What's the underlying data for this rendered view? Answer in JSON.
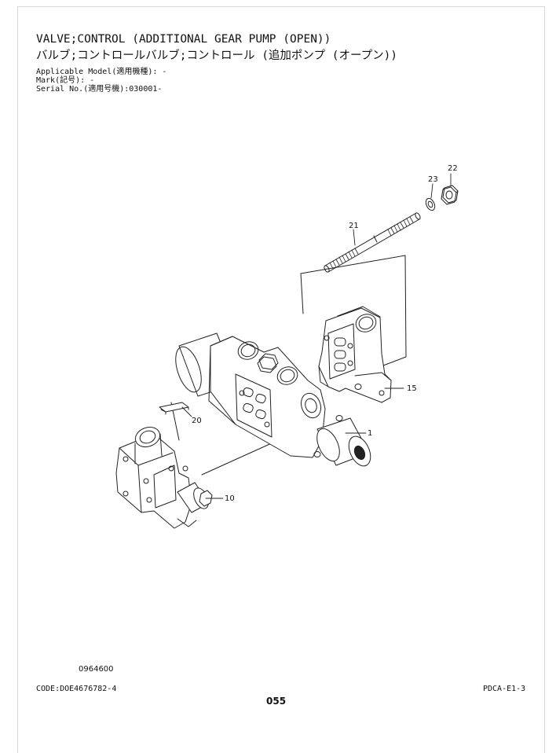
{
  "header": {
    "title_en": "VALVE;CONTROL (ADDITIONAL GEAR PUMP (OPEN))",
    "title_ja": "バルブ;コントロールバルブ;コントロール (追加ポンプ (オープン))"
  },
  "meta": {
    "applicable_model": "Applicable Model(適用機種): -",
    "mark": "Mark(記号): -",
    "serial_no": "Serial No.(適用号機):030001-"
  },
  "diagram": {
    "part_labels": {
      "p22": "22",
      "p23": "23",
      "p21": "21",
      "p15": "15",
      "p1": "1",
      "p20": "20",
      "p10": "10"
    }
  },
  "footer": {
    "doc_number": "0964600",
    "code": "CODE:DOE4676782-4",
    "page_number": "055",
    "section_code": "PDCA-E1-3"
  }
}
